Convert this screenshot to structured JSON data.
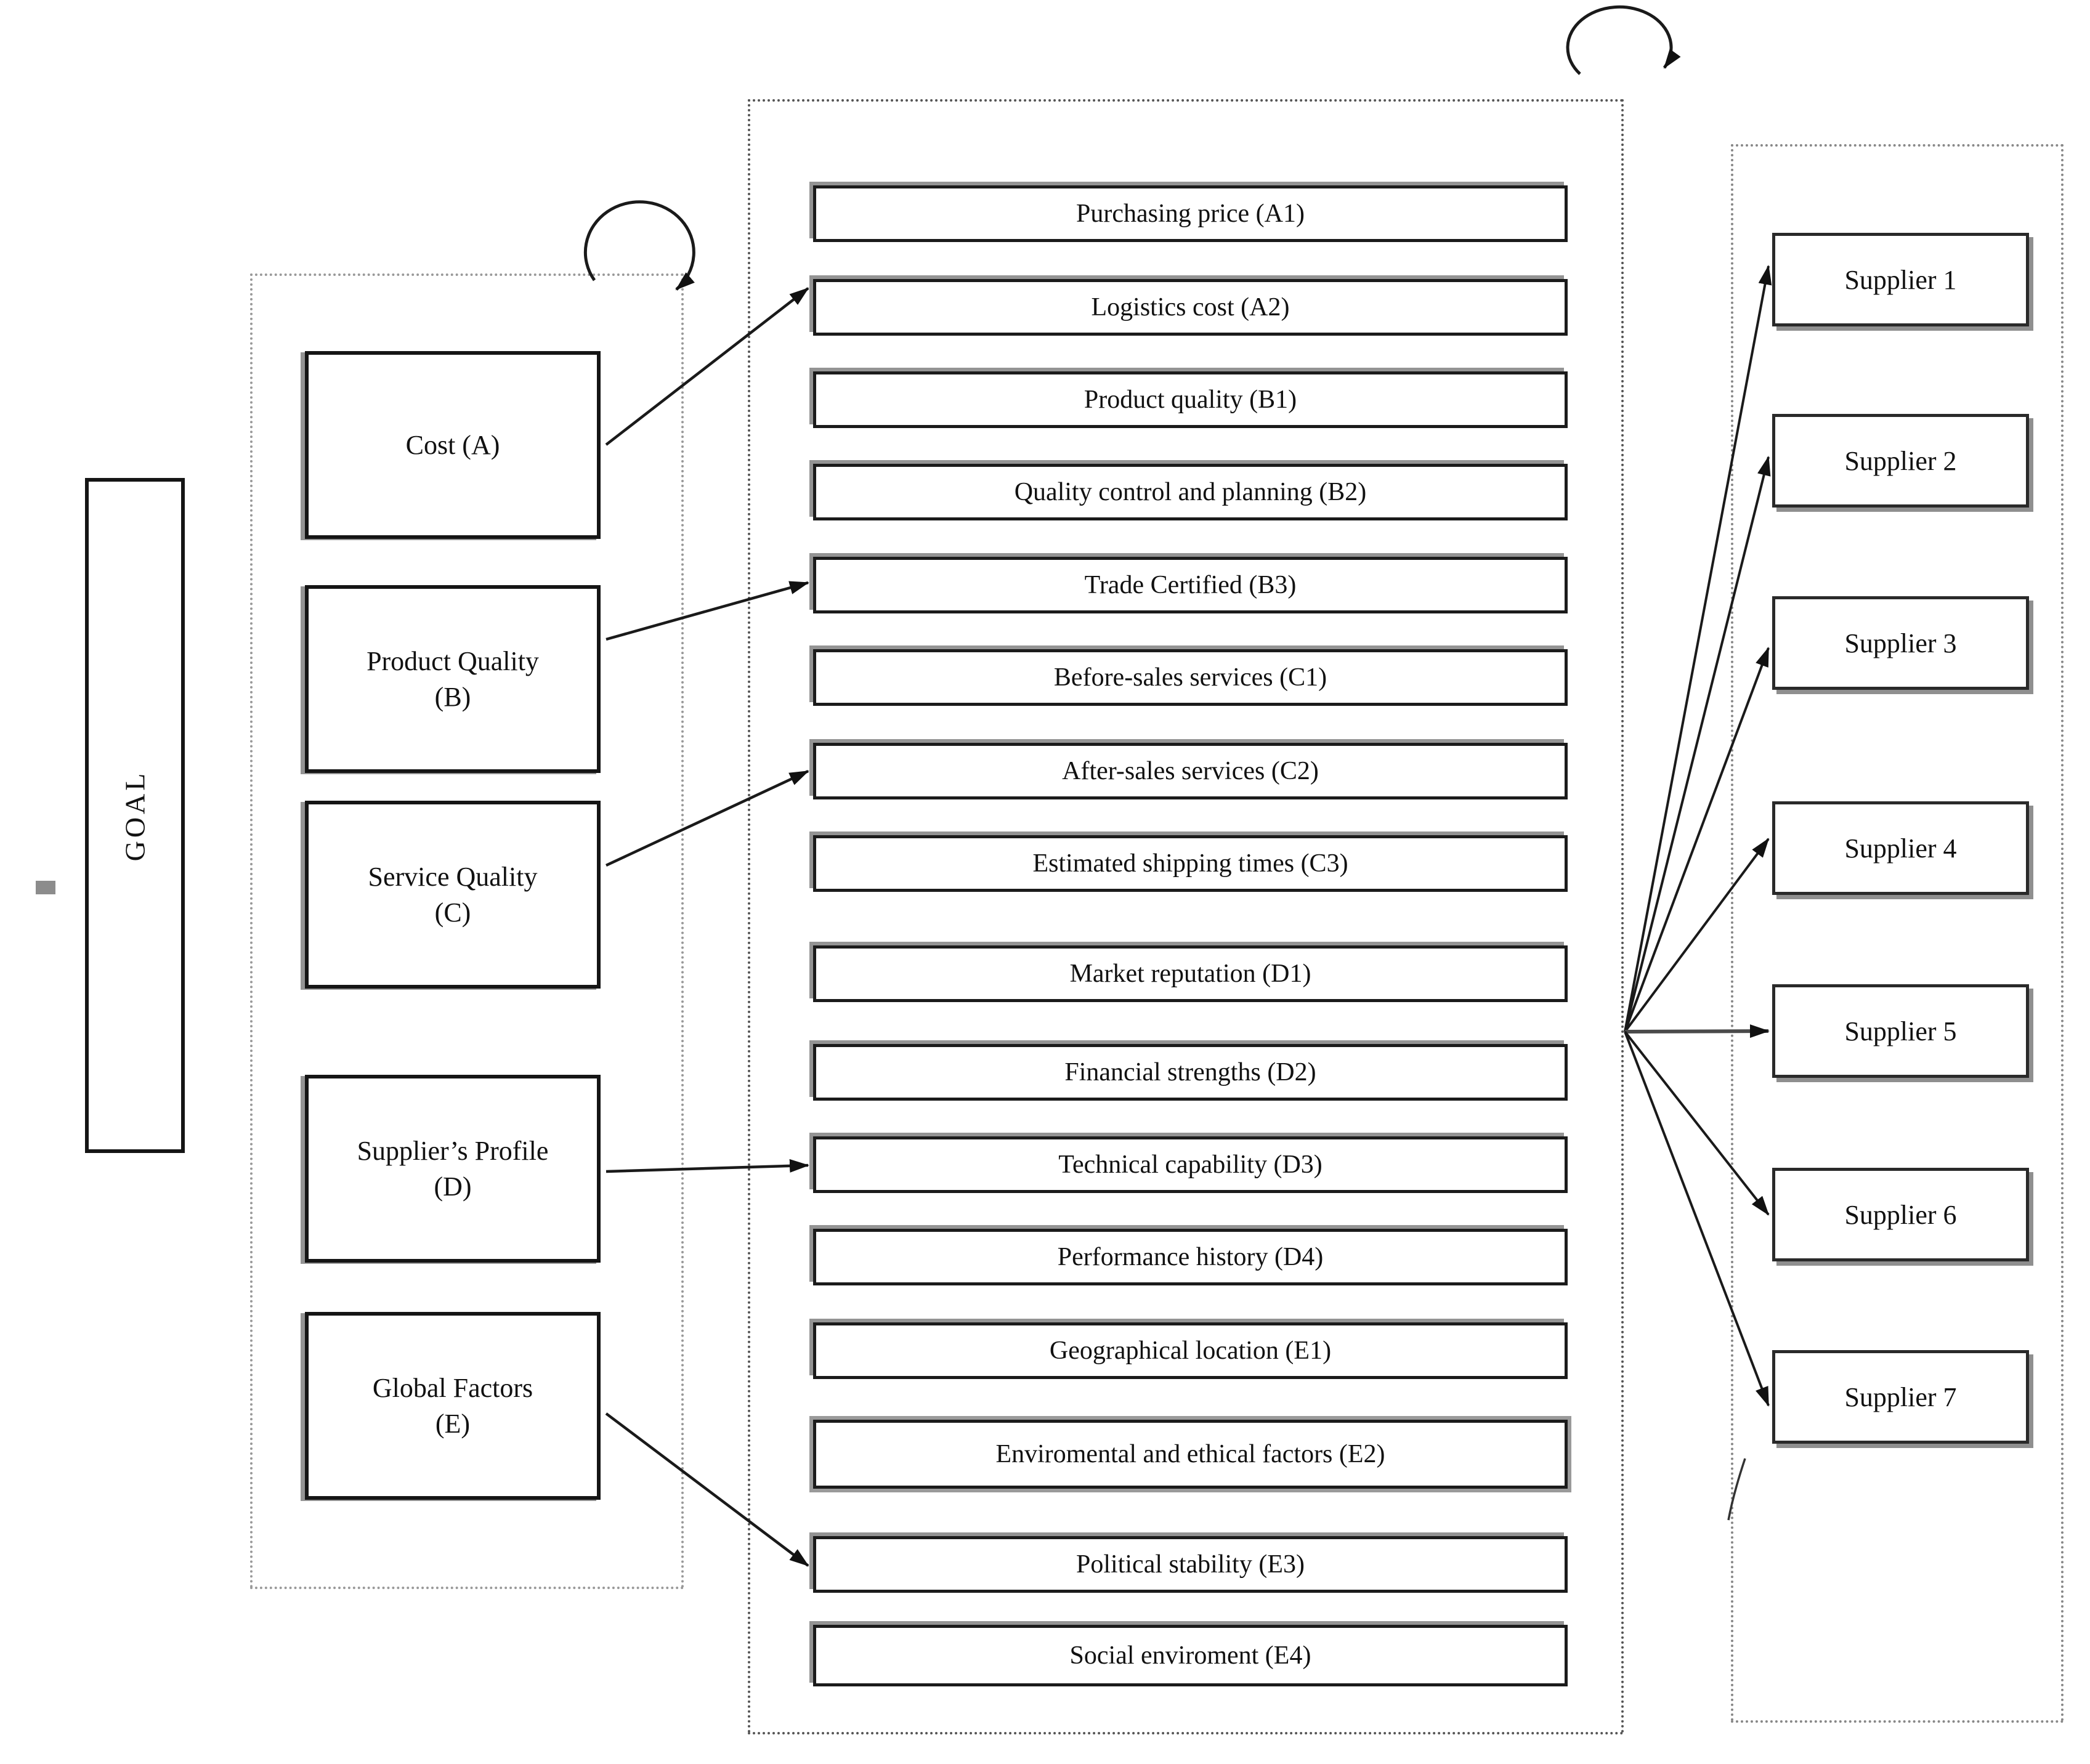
{
  "goal": {
    "label": "GOAL"
  },
  "criteria_cluster": {
    "items": [
      {
        "line1": "Cost (A)",
        "line2": ""
      },
      {
        "line1": "Product Quality",
        "line2": "(B)"
      },
      {
        "line1": "Service Quality",
        "line2": "(C)"
      },
      {
        "line1": "Supplier’s Profile",
        "line2": "(D)"
      },
      {
        "line1": "Global Factors",
        "line2": "(E)"
      }
    ]
  },
  "subcriteria_cluster": {
    "items": [
      {
        "label": "Purchasing price (A1)"
      },
      {
        "label": "Logistics cost  (A2)"
      },
      {
        "label": "Product quality (B1)"
      },
      {
        "label": "Quality control and planning (B2)"
      },
      {
        "label": "Trade Certified (B3)"
      },
      {
        "label": "Before-sales services (C1)"
      },
      {
        "label": "After-sales services (C2)"
      },
      {
        "label": "Estimated shipping times (C3)"
      },
      {
        "label": "Market reputation (D1)"
      },
      {
        "label": "Financial strengths (D2)"
      },
      {
        "label": "Technical capability (D3)"
      },
      {
        "label": "Performance history (D4)"
      },
      {
        "label": "Geographical location (E1)"
      },
      {
        "label": "Enviromental and ethical factors (E2)"
      },
      {
        "label": "Political stability (E3)"
      },
      {
        "label": "Social enviroment (E4)"
      }
    ]
  },
  "suppliers_cluster": {
    "items": [
      {
        "label": "Supplier 1"
      },
      {
        "label": "Supplier 2"
      },
      {
        "label": "Supplier 3"
      },
      {
        "label": "Supplier 4"
      },
      {
        "label": "Supplier 5"
      },
      {
        "label": "Supplier 6"
      },
      {
        "label": "Supplier 7"
      }
    ]
  },
  "colors": {
    "line": "#1a1a1a",
    "shadow": "#949494"
  }
}
